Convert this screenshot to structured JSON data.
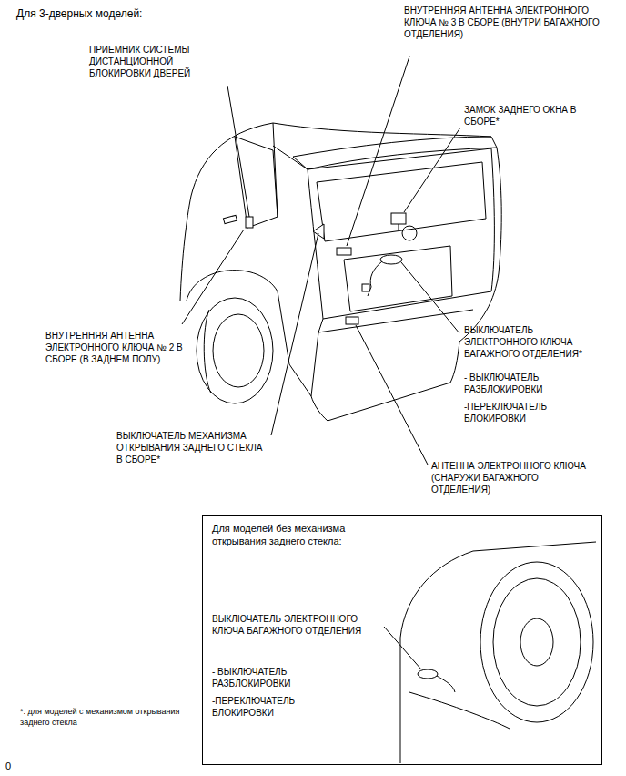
{
  "diagram": {
    "title": "Для 3-дверных моделей:",
    "nodes": [
      {
        "text": [
          "Для моделей без механизма открывания заднего стекла:",
          "ВЫКЛЮЧАТЕЛЬ ЭЛЕКТРОННОГО КЛЮЧА БАГАЖНОГО ОТДЕЛЕНИЯ",
          "- ВЫКЛЮЧАТЕЛЬ РАЗБЛОКИРОВКИ",
          "-ПЕРЕКЛЮЧАТЕЛЬ БЛОКИРОВКИ"
        ]
      }
    ],
    "labels": [
      "ПРИЕМНИК СИСТЕМЫ ДИСТАНЦИОННОЙ БЛОКИРОВКИ ДВЕРЕЙ",
      "ВНУТРЕННЯЯ АНТЕННА ЭЛЕКТРОННОГО КЛЮЧА № 3 В СБОРЕ (ВНУТРИ БАГАЖНОГО ОТДЕЛЕНИЯ)",
      "ЗАМОК ЗАДНЕГО ОКНА В СБОРЕ*",
      "ВЫКЛЮЧАТЕЛЬ ЭЛЕКТРОННОГО КЛЮЧА БАГАЖНОГО ОТДЕЛЕНИЯ*",
      "- ВЫКЛЮЧАТЕЛЬ РАЗБЛОКИРОВКИ",
      "-ПЕРЕКЛЮЧАТЕЛЬ БЛОКИРОВКИ",
      "ВНУТРЕННЯЯ АНТЕННА ЭЛЕКТРОННОГО КЛЮЧА № 2 В СБОРЕ (В ЗАДНЕМ ПОЛУ)",
      "ВЫКЛЮЧАТЕЛЬ МЕХАНИЗМА ОТКРЫВАНИЯ ЗАДНЕГО СТЕКЛА В СБОРЕ*",
      "АНТЕННА ЭЛЕКТРОННОГО КЛЮЧА (СНАРУЖИ БАГАЖНОГО ОТДЕЛЕНИЯ)",
      "*: для моделей с механизмом открывания заднего стекла",
      "0"
    ]
  }
}
